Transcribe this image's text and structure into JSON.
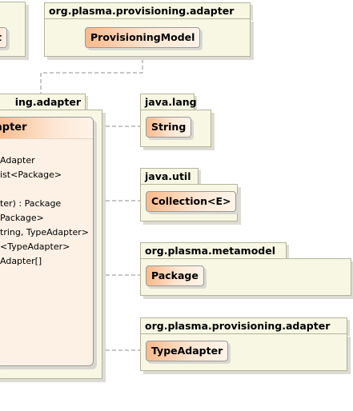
{
  "packages": {
    "top_left": {
      "class_label": "ct"
    },
    "provisioning_top": {
      "title": "org.plasma.provisioning.adapter",
      "class_label": "ProvisioningModel"
    },
    "main": {
      "title": "ing.adapter",
      "class_label": "apter"
    },
    "java_lang": {
      "title": "java.lang",
      "class_label": "String"
    },
    "java_util": {
      "title": "java.util",
      "class_label": "Collection<E>"
    },
    "metamodel": {
      "title": "org.plasma.metamodel",
      "class_label": "Package"
    },
    "provisioning_bottom": {
      "title": "org.plasma.provisioning.adapter",
      "class_label": "TypeAdapter"
    }
  },
  "main_class_members": [
    "Adapter",
    "ist<Package>",
    "ter) : Package",
    "Package>",
    "tring, TypeAdapter>",
    " <TypeAdapter>",
    "Adapter[]"
  ]
}
